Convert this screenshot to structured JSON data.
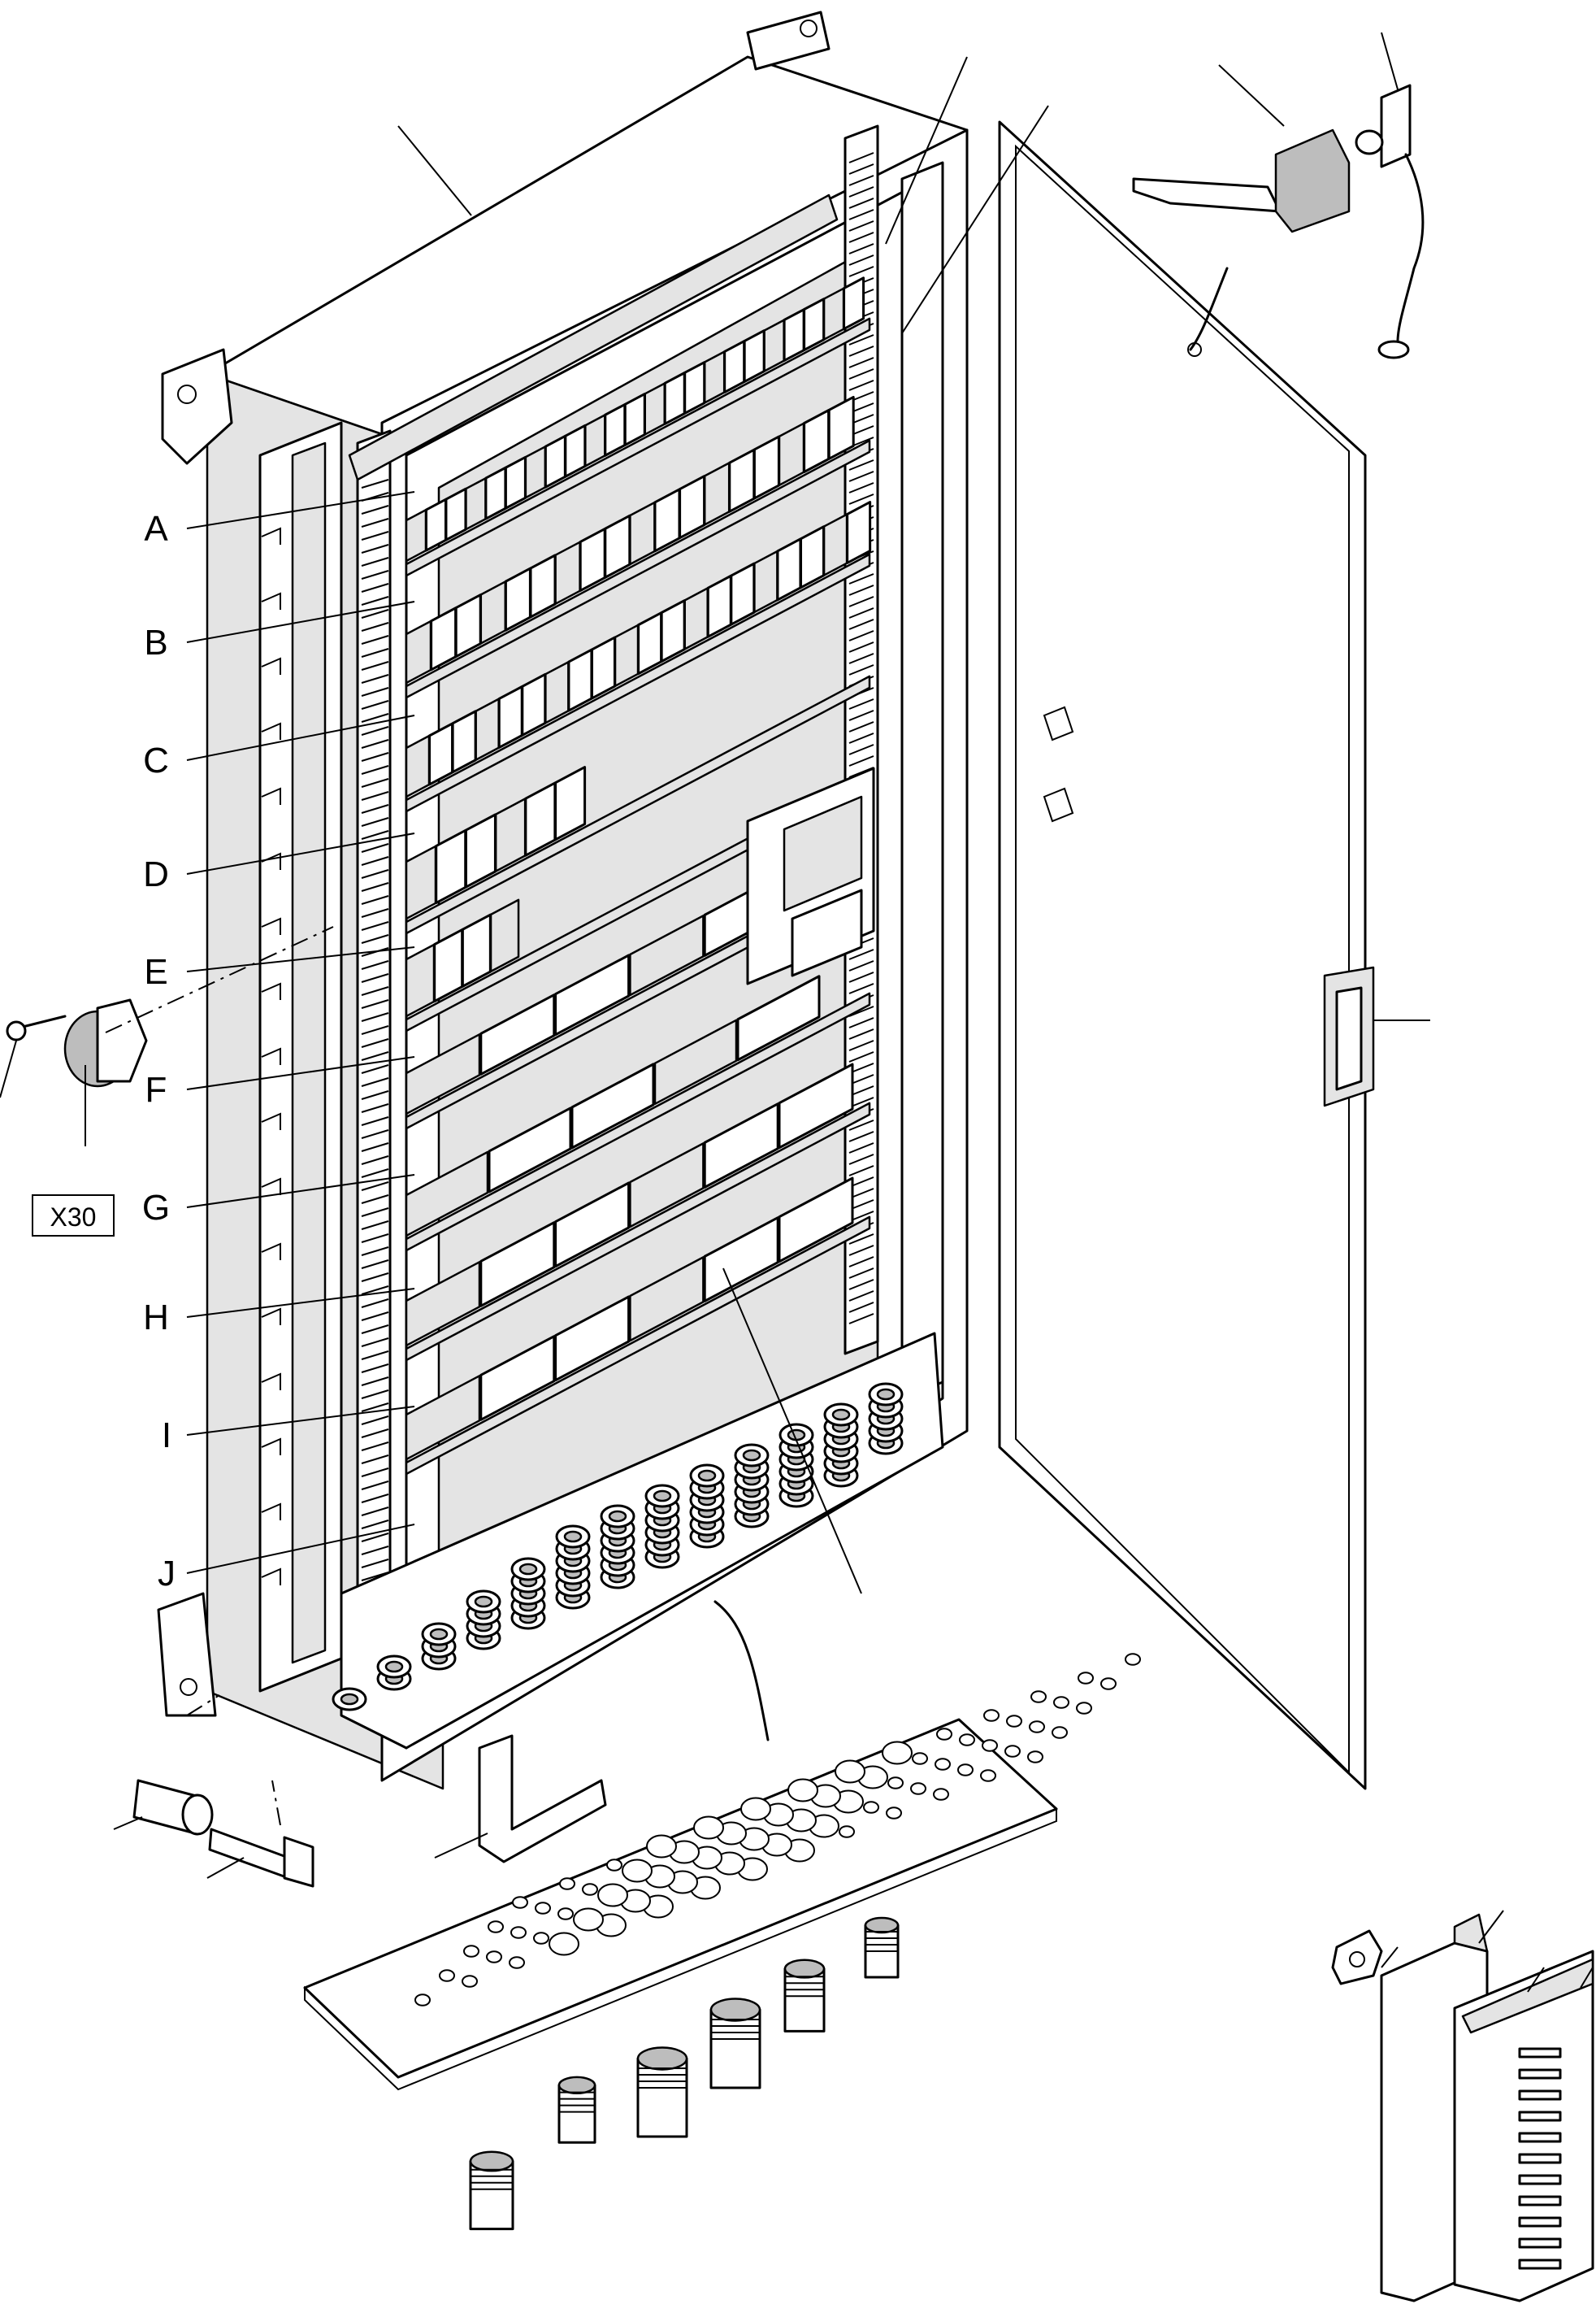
{
  "labels": {
    "a": "A",
    "b": "B",
    "c": "C",
    "d": "D",
    "e": "E",
    "f": "F",
    "g": "G",
    "h": "H",
    "i": "I",
    "j": "J"
  },
  "badge": "X30"
}
